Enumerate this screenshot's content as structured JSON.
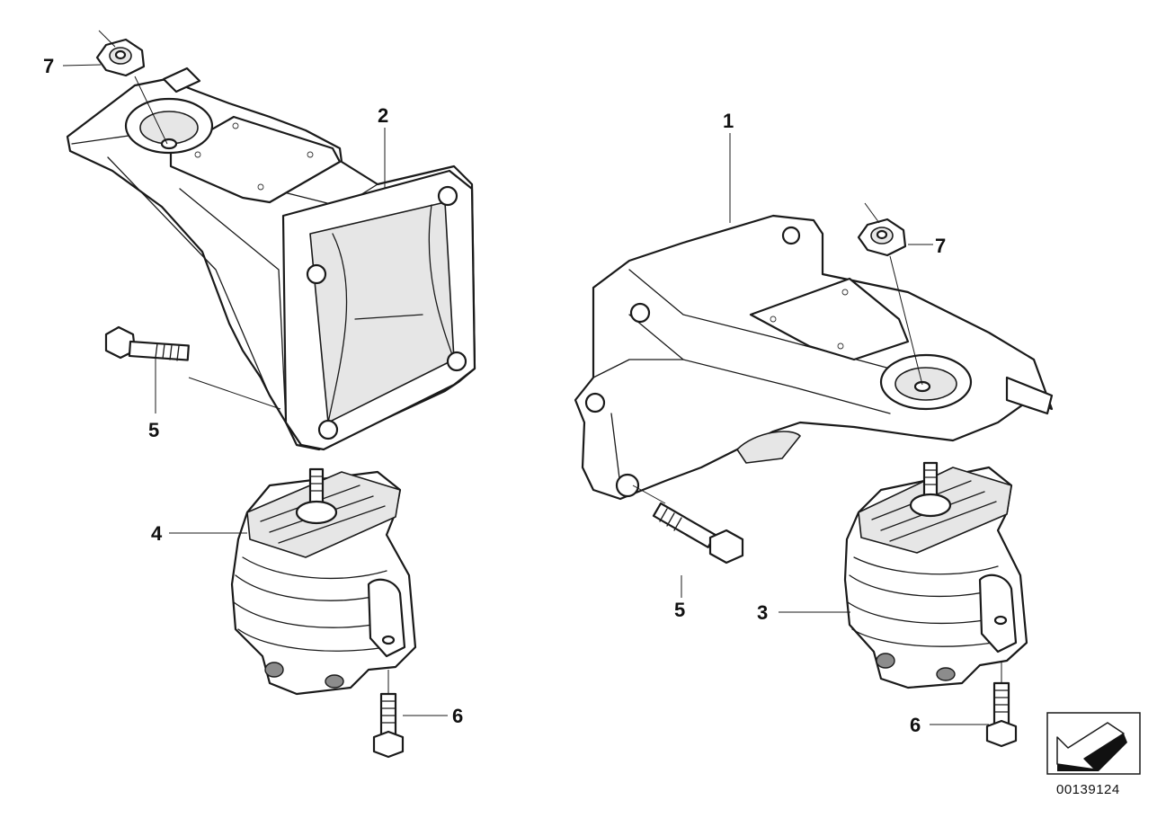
{
  "callouts": {
    "c1": "1",
    "c2": "2",
    "c3": "3",
    "c4": "4",
    "c5_left": "5",
    "c5_right": "5",
    "c6_left": "6",
    "c6_right": "6",
    "c7_left": "7",
    "c7_right": "7"
  },
  "catalog_number": "00139124",
  "icons": {
    "orientation": "orientation-arrow-icon"
  }
}
